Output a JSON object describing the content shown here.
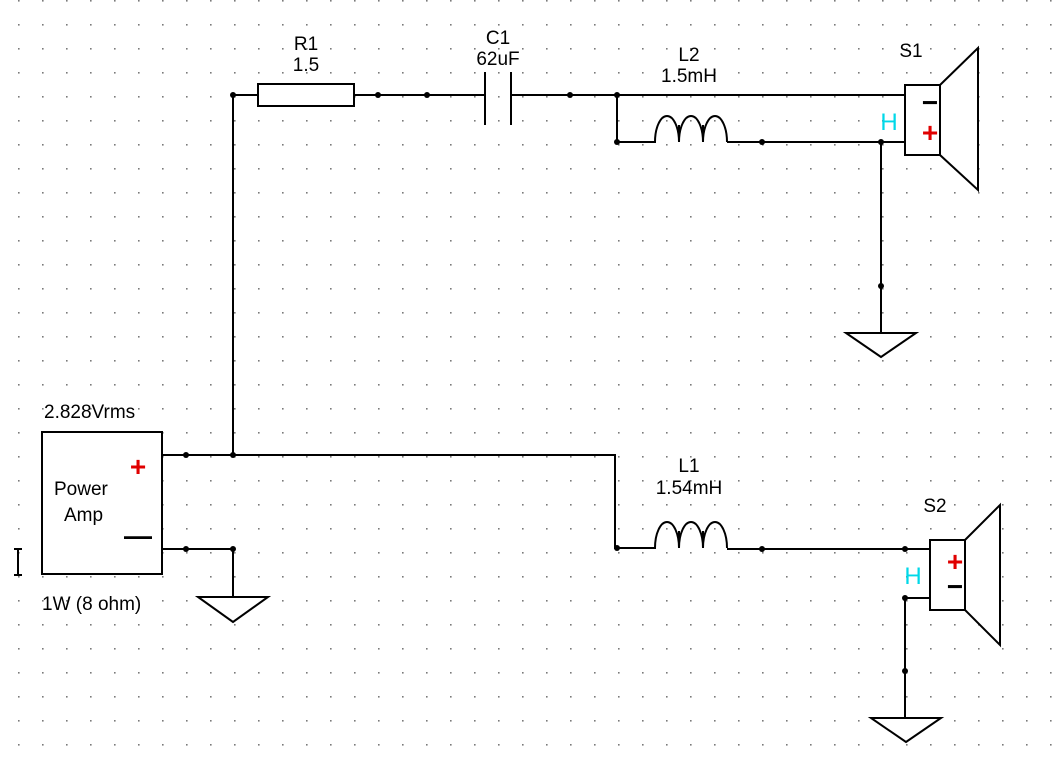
{
  "colors": {
    "wire": "#000000",
    "grid_dot": "#7a7a7a",
    "polarity_plus": "#e00000",
    "polarity_minus": "#000000",
    "driver_mark": "#00d8e8"
  },
  "components": {
    "r1": {
      "ref": "R1",
      "value": "1.5"
    },
    "c1": {
      "ref": "C1",
      "value": "62uF"
    },
    "l2": {
      "ref": "L2",
      "value": "1.5mH"
    },
    "l1": {
      "ref": "L1",
      "value": "1.54mH"
    },
    "s1": {
      "ref": "S1",
      "plus": "+",
      "minus": "−",
      "mark": "H"
    },
    "s2": {
      "ref": "S2",
      "plus": "+",
      "minus": "−",
      "mark": "H"
    },
    "amp": {
      "voltage": "2.828Vrms",
      "line1": "Power",
      "line2": "Amp",
      "power": "1W (8 ohm)",
      "plus": "+",
      "minus": "—"
    }
  }
}
